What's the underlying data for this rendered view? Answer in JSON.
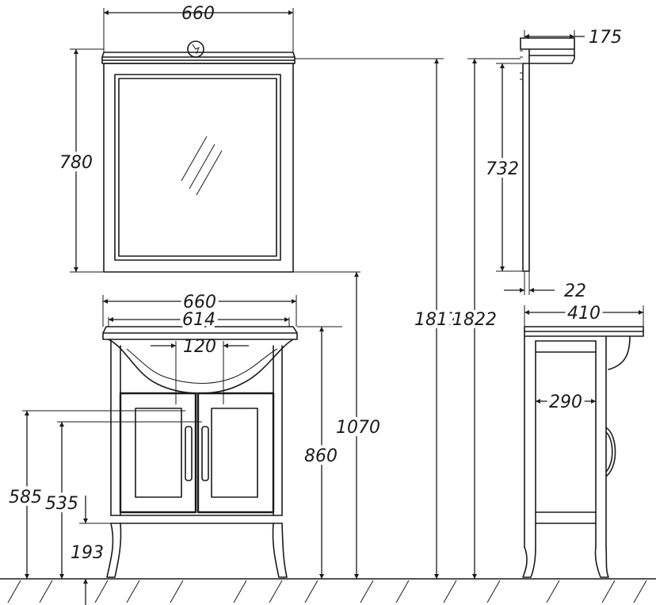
{
  "dimensions": {
    "mirror_width": "660",
    "mirror_height": "780",
    "mirror_depth": "175",
    "mirror_frame_height": "732",
    "mirror_frame_depth": "22",
    "total_height_left": "1817",
    "total_height_right": "1822",
    "cabinet_width": "660",
    "basin_width": "614",
    "drain_width": "120",
    "cabinet_depth": "410",
    "inner_depth": "290",
    "cabinet_top_height": "1070",
    "cabinet_height": "860",
    "handle_height_upper": "585",
    "handle_height_lower": "535",
    "leg_height": "193"
  }
}
